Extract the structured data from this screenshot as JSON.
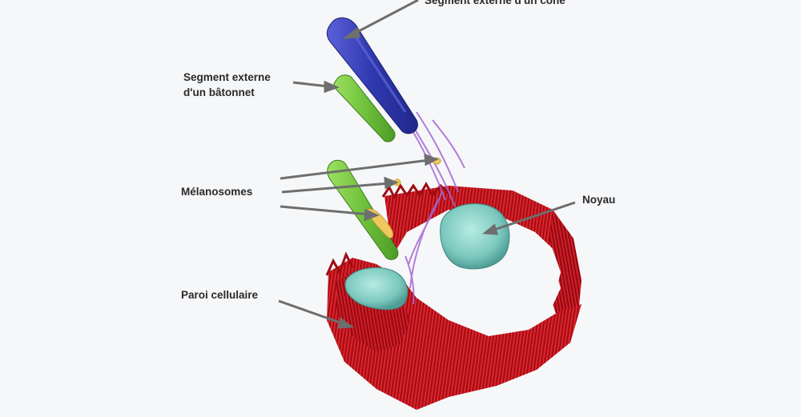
{
  "labels": {
    "cone_outer_segment": "Segment externe d'un cône",
    "rod_outer_segment_line1": "Segment externe",
    "rod_outer_segment_line2": "d'un bâtonnet",
    "melanosomes": "Mélanosomes",
    "nucleus": "Noyau",
    "cell_wall": "Paroi cellulaire"
  },
  "colors": {
    "background": "#f6f7f9",
    "cone_segment": "#3a3fb8",
    "rod_segment": "#7ac943",
    "cell_wall": "#c8141c",
    "nucleus": "#8ad0c8",
    "melanosome": "#f0c860",
    "process": "#a060d0",
    "arrow": "#6e6e6e",
    "label_text": "#2a2a2a"
  }
}
